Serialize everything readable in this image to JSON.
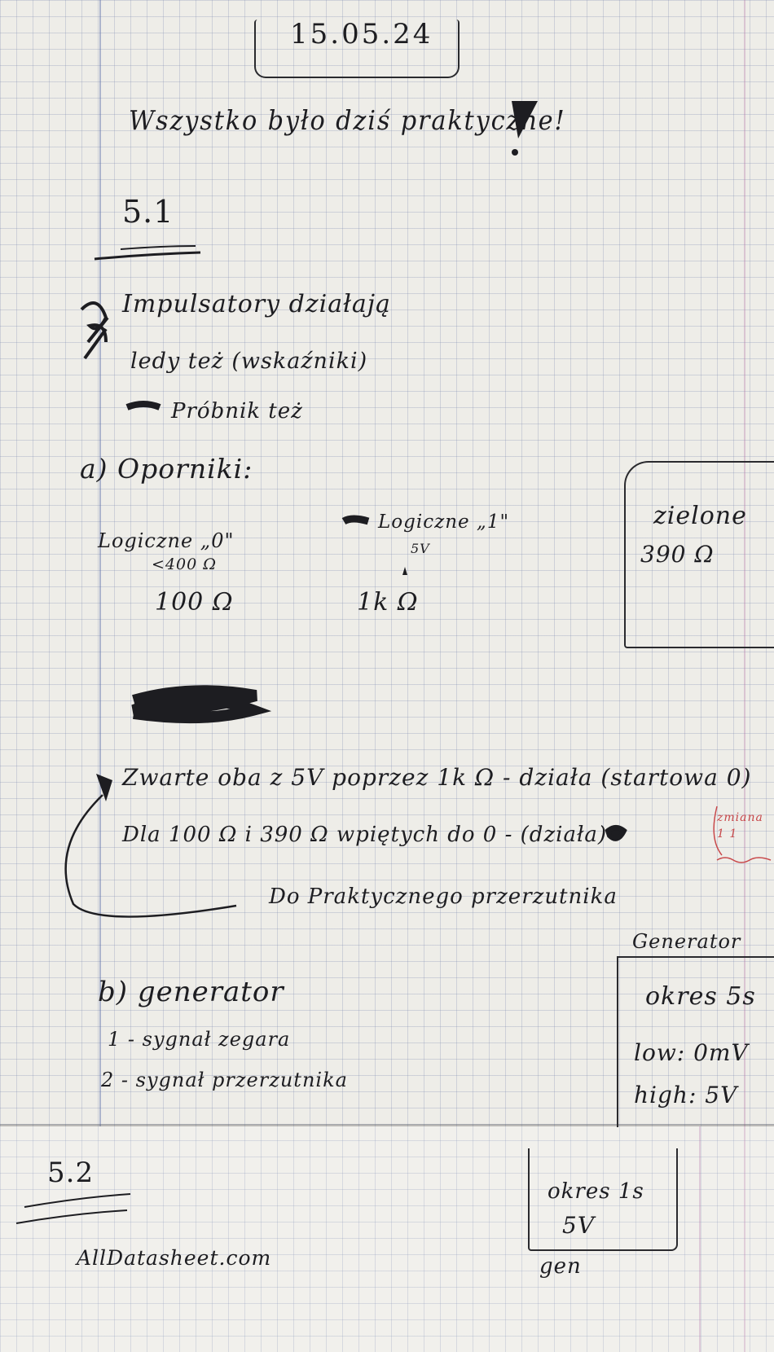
{
  "date": "15.05.24",
  "title": "Wszystko było dziś praktyczne!",
  "section_51": "5.1",
  "intro": {
    "line1": "Impulsatory działają",
    "line2": "ledy też (wskaźniki)",
    "line3": "Próbnik też"
  },
  "part_a": {
    "heading": "a) Oporniki:",
    "logic0_label": "Logiczne „0\"",
    "logic0_sub": "<400 Ω",
    "logic0_value": "100 Ω",
    "logic1_label": "Logiczne „1\"",
    "logic1_sub": "5V",
    "logic1_value": "1k Ω",
    "green_box_line1": "zielone",
    "green_box_line2": "390 Ω"
  },
  "notes": {
    "line1": "Zwarte oba z 5V poprzez 1k Ω - działa (startowa 0)",
    "line2": "Dla 100 Ω i 390 Ω wpiętych do 0 - (działa)",
    "line2_red": "zmiana 1 1",
    "line3": "Do Praktycznego przerzutnika"
  },
  "part_b": {
    "heading": "b) generator",
    "item1": "1 - sygnał zegara",
    "item2": "2 - sygnał przerzutnika",
    "gen_box_title": "Generator",
    "gen_box_line1": "okres 5s",
    "gen_box_line2": "low: 0mV",
    "gen_box_line3": "high: 5V"
  },
  "section_52": "5.2",
  "datasheet": "AllDatasheet.com",
  "lower_box": {
    "line1": "okres 1s",
    "line2": "5V",
    "caption": "gen"
  }
}
